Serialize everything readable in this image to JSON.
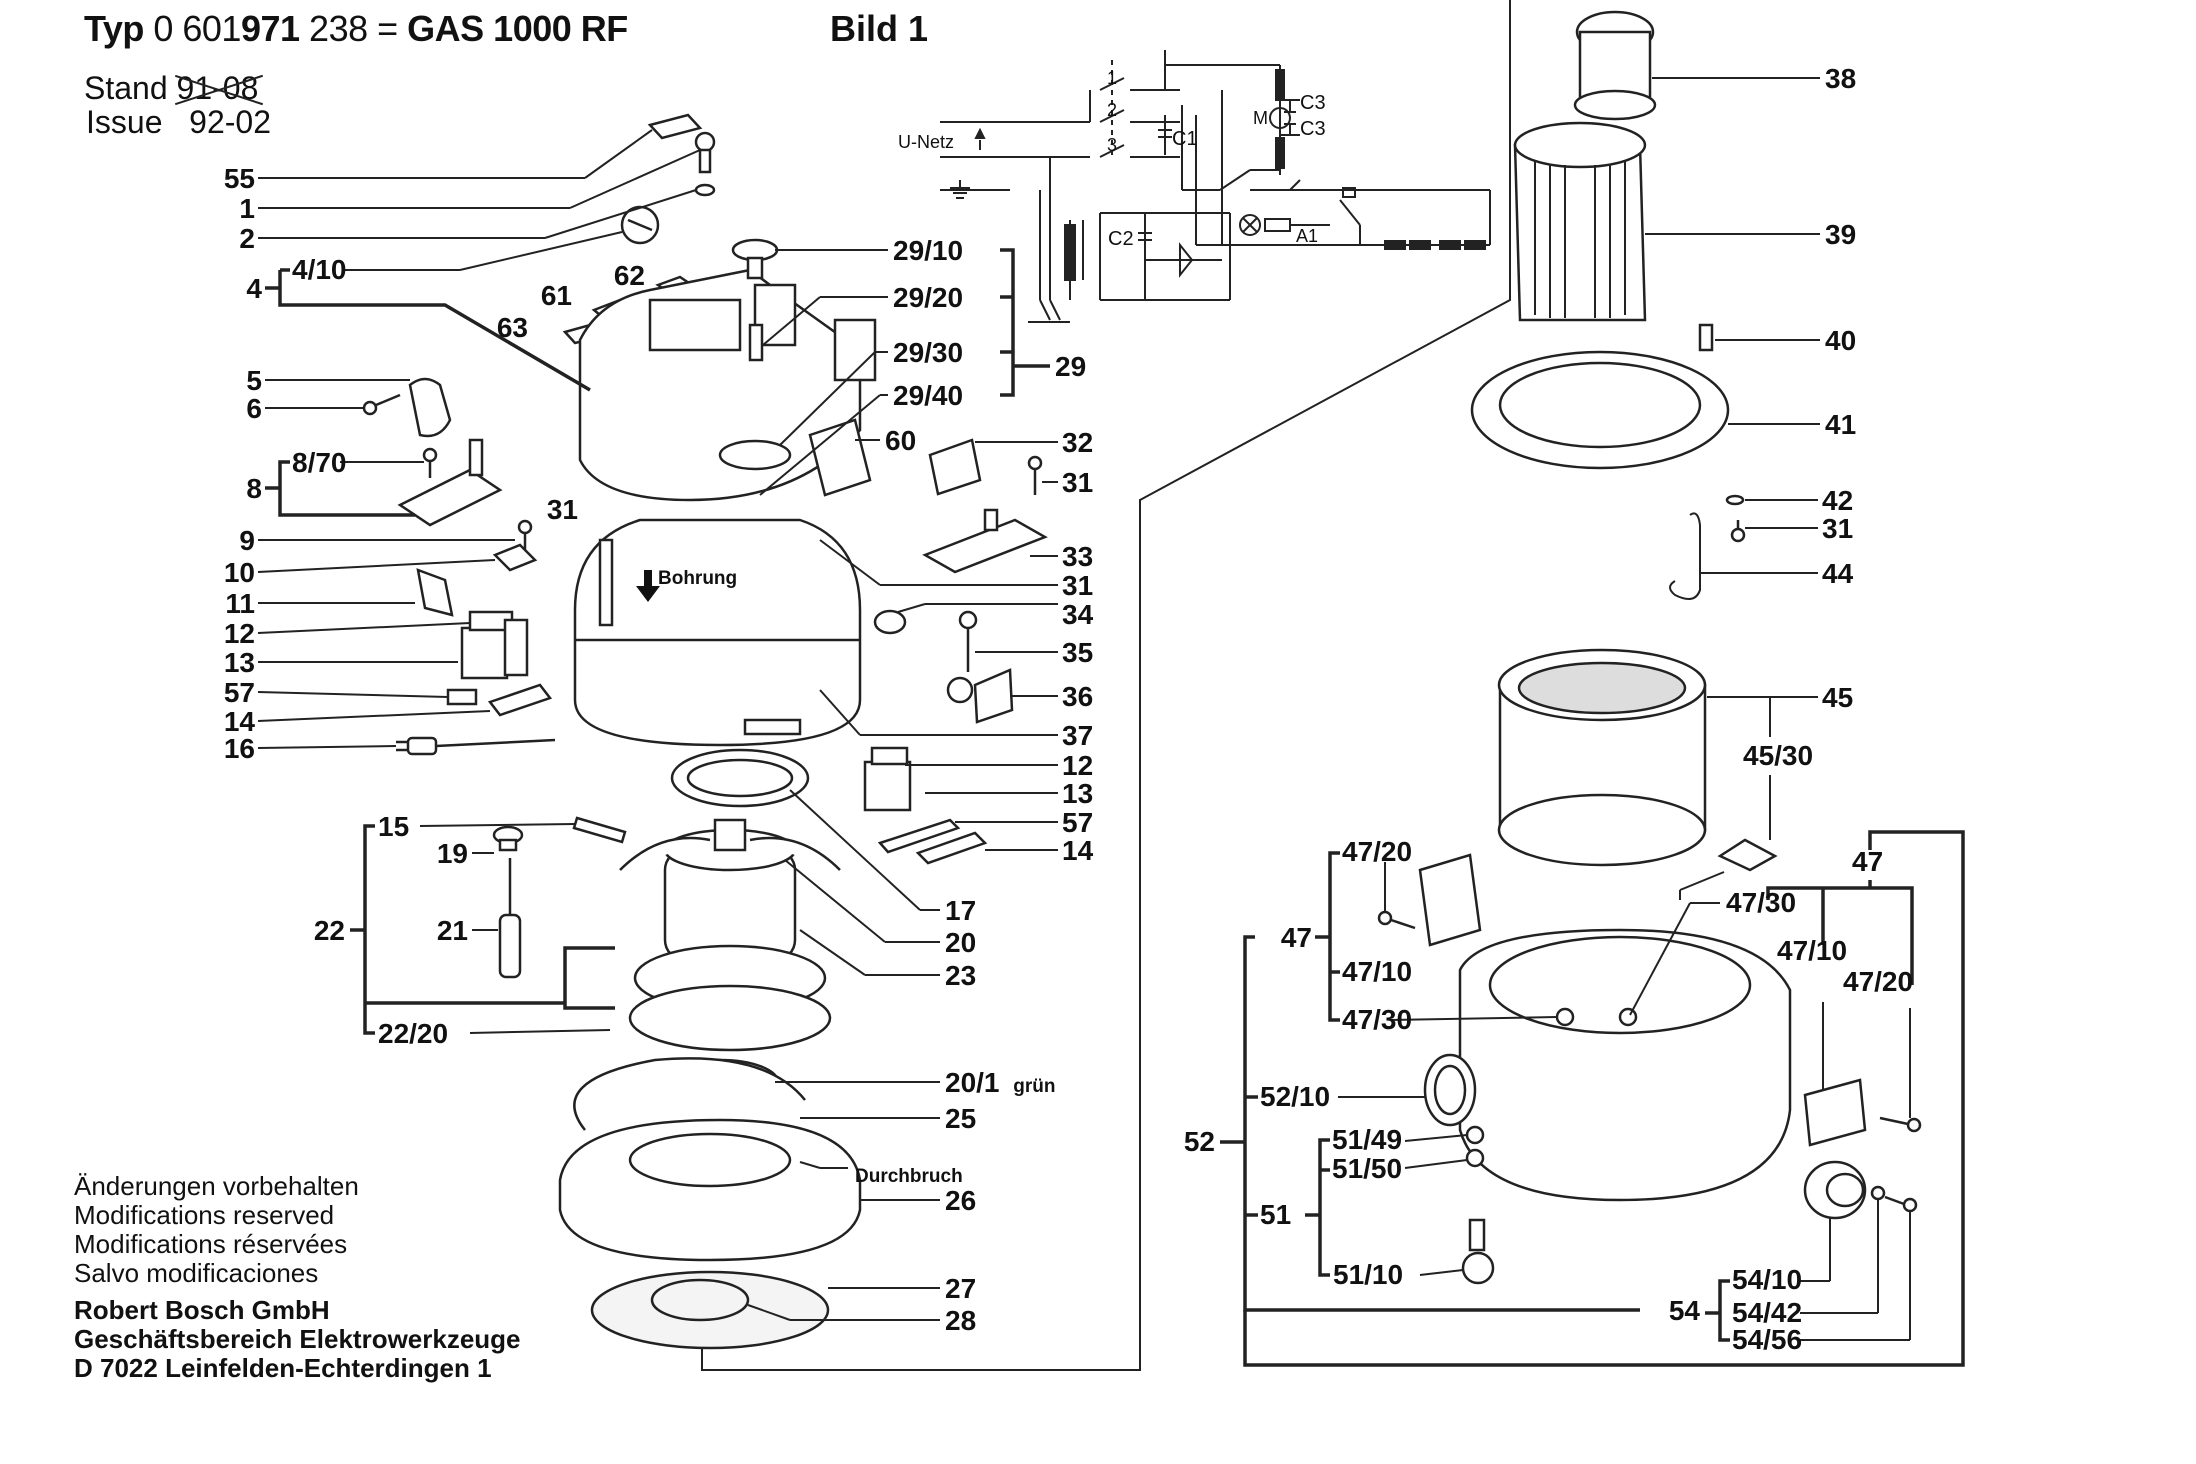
{
  "header": {
    "typ_prefix": "Typ",
    "part_number_a": "0 601",
    "part_number_b": "971",
    "part_number_c": "238 =",
    "model": "GAS 1000 RF",
    "figure": "Bild 1",
    "stand_label": "Stand",
    "stand_old": "91-08",
    "issue_label": "Issue",
    "issue_value": "92-02"
  },
  "schematic": {
    "supply_label": "U-Netz",
    "switch_labels": [
      "1",
      "2",
      "3"
    ],
    "c1": "C1",
    "c2": "C2",
    "c3_top": "C3",
    "c3_bottom": "C3",
    "motor": "M",
    "a1": "A1"
  },
  "annotations": {
    "bohrung": "Bohrung",
    "durchbruch": "Durchbruch",
    "gruen": "grün"
  },
  "callouts": {
    "left": [
      "55",
      "1",
      "2",
      "4/10",
      "4",
      "61",
      "62",
      "63",
      "5",
      "6",
      "8/70",
      "8",
      "31",
      "9",
      "10",
      "11",
      "12",
      "13",
      "57",
      "14",
      "16",
      "15",
      "19",
      "21",
      "22",
      "22/20"
    ],
    "middle": [
      "29/10",
      "29/20",
      "29/30",
      "29/40",
      "29",
      "60",
      "32",
      "31",
      "33",
      "31",
      "34",
      "35",
      "36",
      "37",
      "12",
      "13",
      "57",
      "14",
      "17",
      "20",
      "23",
      "20/1",
      "25",
      "26",
      "27",
      "28"
    ],
    "right_upper": [
      "38",
      "39",
      "40",
      "41",
      "42",
      "31",
      "44",
      "45",
      "45/30",
      "47",
      "47/30",
      "47/10",
      "47/20"
    ],
    "right_lower": [
      "47/20",
      "47",
      "47/10",
      "47/30",
      "52/10",
      "52",
      "51/49",
      "51/50",
      "51",
      "51/10",
      "54",
      "54/10",
      "54/42",
      "54/56"
    ]
  },
  "footer": {
    "notes": [
      "Änderungen vorbehalten",
      "Modifications reserved",
      "Modifications réservées",
      "Salvo modificaciones"
    ],
    "company": [
      "Robert Bosch GmbH",
      "Geschäftsbereich Elektrowerkzeuge",
      "D 7022 Leinfelden-Echterdingen 1"
    ]
  }
}
